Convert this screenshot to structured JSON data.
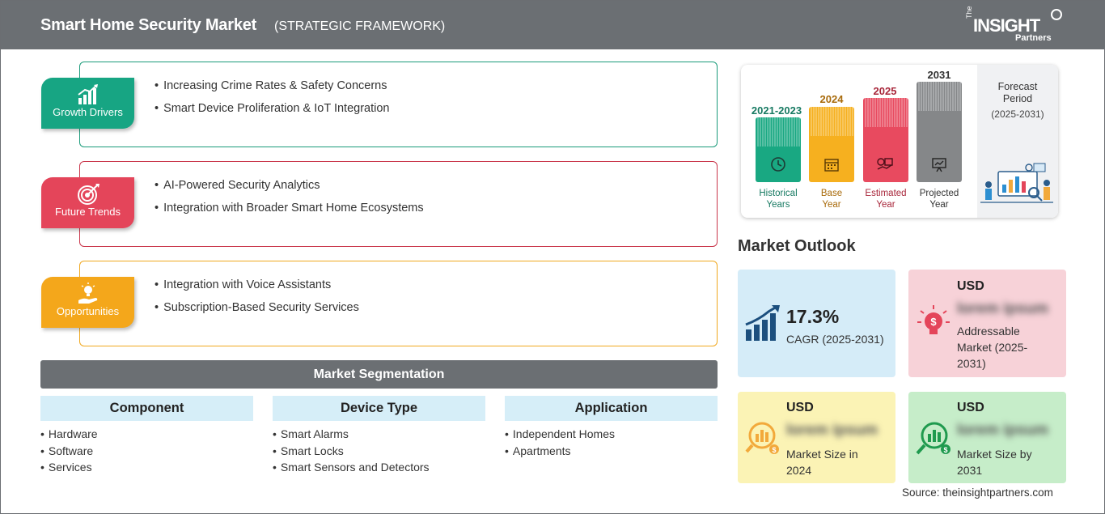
{
  "header": {
    "title": "Smart Home Security Market",
    "subtitle": "(STRATEGIC FRAMEWORK)",
    "logo_the": "The",
    "logo_insight": "INSIGHT",
    "logo_partners": "Partners"
  },
  "framework": {
    "growth_drivers": {
      "label": "Growth Drivers",
      "items": [
        "Increasing Crime Rates & Safety Concerns",
        "Smart Device Proliferation & IoT Integration"
      ]
    },
    "future_trends": {
      "label": "Future Trends",
      "items": [
        "AI-Powered Security Analytics",
        "Integration with Broader Smart Home Ecosystems"
      ]
    },
    "opportunities": {
      "label": "Opportunities",
      "items": [
        "Integration with Voice Assistants",
        "Subscription-Based Security Services"
      ]
    }
  },
  "segmentation": {
    "title": "Market Segmentation",
    "columns": [
      {
        "title": "Component",
        "items": [
          "Hardware",
          "Software",
          "Services"
        ]
      },
      {
        "title": "Device Type",
        "items": [
          "Smart Alarms",
          "Smart Locks",
          "Smart Sensors and Detectors"
        ]
      },
      {
        "title": "Application",
        "items": [
          "Independent Homes",
          "Apartments"
        ]
      }
    ]
  },
  "timeline": {
    "periods": [
      {
        "year": "2021-2023",
        "caption_line1": "Historical",
        "caption_line2": "Years",
        "color": "#19a882",
        "label_color": "#177a62"
      },
      {
        "year": "2024",
        "caption_line1": "Base",
        "caption_line2": "Year",
        "color": "#f6b01f",
        "label_color": "#a86a0a"
      },
      {
        "year": "2025",
        "caption_line1": "Estimated",
        "caption_line2": "Year",
        "color": "#e84a5f",
        "label_color": "#a8263a"
      },
      {
        "year": "2031",
        "caption_line1": "Projected",
        "caption_line2": "Year",
        "color": "#858789",
        "label_color": "#333333"
      }
    ],
    "forecast_title_line1": "Forecast",
    "forecast_title_line2": "Period",
    "forecast_range": "(2025-2031)"
  },
  "outlook": {
    "title": "Market Outlook",
    "cagr": {
      "value": "17.3%",
      "caption": "CAGR (2025-2031)",
      "color": "#d5ecf8"
    },
    "addressable": {
      "usd": "USD",
      "hidden": "lorem ipsum",
      "caption": "Addressable Market (2025-2031)",
      "color": "#f7d2d8"
    },
    "size_2024": {
      "usd": "USD",
      "hidden": "lorem ipsum",
      "caption": "Market Size in 2024",
      "color": "#fbf3b5"
    },
    "size_2031": {
      "usd": "USD",
      "hidden": "lorem ipsum",
      "caption": "Market Size by 2031",
      "color": "#c6edc9"
    }
  },
  "source": "Source: theinsightpartners.com"
}
